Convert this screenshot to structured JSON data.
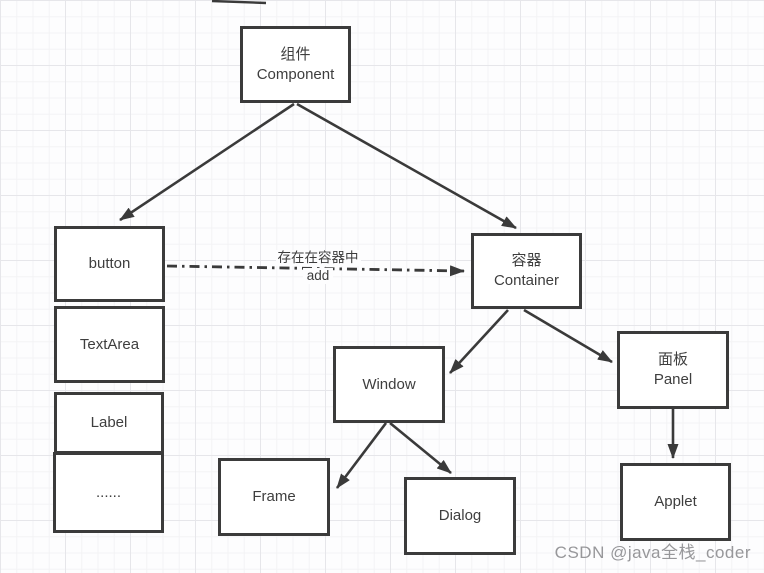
{
  "diagram": {
    "nodes": {
      "component": {
        "zh": "组件",
        "en": "Component"
      },
      "button": {
        "label": "button"
      },
      "textarea": {
        "label": "TextArea"
      },
      "label": {
        "label": "Label"
      },
      "more": {
        "label": "......"
      },
      "container": {
        "zh": "容器",
        "en": "Container"
      },
      "window": {
        "label": "Window"
      },
      "frame": {
        "label": "Frame"
      },
      "dialog": {
        "label": "Dialog"
      },
      "panel": {
        "zh": "面板",
        "en": "Panel"
      },
      "applet": {
        "label": "Applet"
      }
    },
    "edge_label": {
      "line1": "存在在容器中",
      "line2": "add"
    }
  },
  "watermark": "CSDN @java全栈_coder",
  "colors": {
    "stroke": "#3a3a3a",
    "node_border": "#3b3b3b",
    "node_background": "#ffffff",
    "text": "#3e3e3e",
    "watermark": "#97979a",
    "grid_minor": "#f3f3f5",
    "grid_major": "#e6e6ea",
    "canvas_background": "#fdfdfe"
  }
}
